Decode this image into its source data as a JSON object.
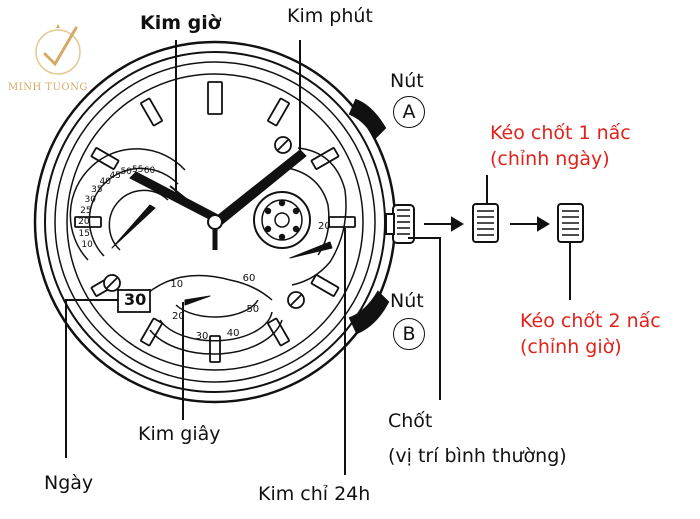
{
  "logo": {
    "text": "MINH TUONG",
    "color": "#d4aa66"
  },
  "labels": {
    "hour_hand": "Kim giờ",
    "minute_hand": "Kim phút",
    "button_a_word": "Nút",
    "button_a_letter": "A",
    "button_b_word": "Nút",
    "button_b_letter": "B",
    "pull_1_line1": "Kéo chốt 1 nấc",
    "pull_1_line2": "(chỉnh ngày)",
    "pull_2_line1": "Kéo chốt 2 nấc",
    "pull_2_line2": "(chỉnh giờ)",
    "crown_line1": "Chốt",
    "crown_line2": "(vị trí bình thường)",
    "second_hand": "Kim giây",
    "date": "Ngày",
    "hand_24h": "Kim chỉ 24h"
  },
  "dial": {
    "left_subdial_numbers": [
      "60",
      "55",
      "50",
      "45",
      "40",
      "35",
      "30",
      "25",
      "20",
      "15",
      "10"
    ],
    "bottom_subdial_numbers": [
      "60",
      "50",
      "40",
      "30",
      "20",
      "10"
    ],
    "right_subdial_number": "20",
    "date_window": "30"
  },
  "colors": {
    "accent_red": "#e0221b",
    "ink": "#111111"
  }
}
